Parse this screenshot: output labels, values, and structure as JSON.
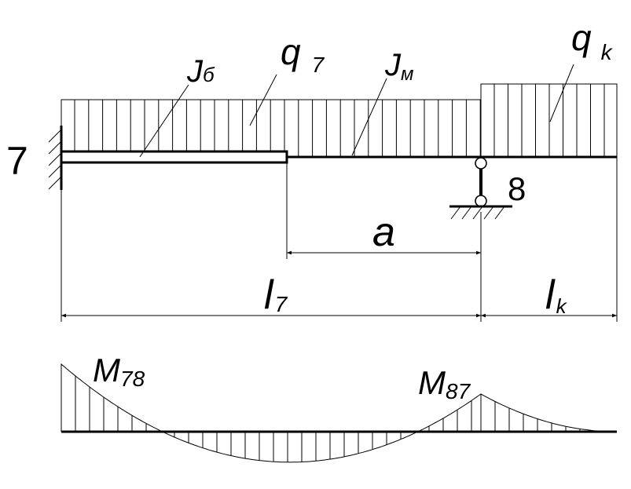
{
  "labels": {
    "node_left": "7",
    "node_right": "8",
    "J_big_main": "J",
    "J_big_sub": "б",
    "J_small_main": "J",
    "J_small_sub": "м",
    "q7_main": "q",
    "q7_sub": "7",
    "qk_main": "q",
    "qk_sub": "k",
    "a": "a",
    "l7_main": "l",
    "l7_sub": "7",
    "lk_main": "l",
    "lk_sub": "k",
    "M78_main": "M",
    "M78_sub": "78",
    "M87_main": "M",
    "M87_sub": "87"
  }
}
